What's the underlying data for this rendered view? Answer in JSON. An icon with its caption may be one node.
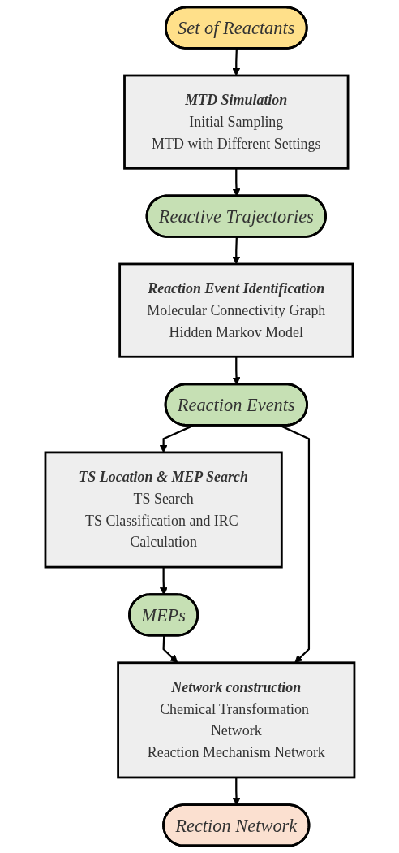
{
  "diagram": {
    "nodes": [
      {
        "text": [
          "Set of Reactants"
        ]
      },
      {
        "text": [
          "MTD Simulation",
          "Initial Sampling",
          "MTD with Different Settings"
        ]
      },
      {
        "text": [
          "Reactive Trajectories"
        ]
      },
      {
        "text": [
          "Reaction Event Identification",
          "Molecular Connectivity Graph",
          "Hidden Markov Model"
        ]
      },
      {
        "text": [
          "Reaction Events"
        ]
      },
      {
        "text": [
          "TS Location & MEP Search",
          "TS Search",
          "TS Classification and IRC Calculation"
        ]
      },
      {
        "text": [
          "MEPs"
        ]
      },
      {
        "text": [
          "Network construction",
          "Chemical Transformation Network",
          "Reaction Mechanism Network"
        ]
      },
      {
        "text": [
          "Rection Network"
        ]
      }
    ],
    "edges": [
      {
        "from": 0,
        "to": 1,
        "arrow": "to"
      },
      {
        "from": 1,
        "to": 2,
        "arrow": "to"
      },
      {
        "from": 2,
        "to": 3,
        "arrow": "to"
      },
      {
        "from": 3,
        "to": 4,
        "arrow": "to"
      },
      {
        "from": 4,
        "to": 5,
        "arrow": "to"
      },
      {
        "from": 5,
        "to": 6,
        "arrow": "to"
      },
      {
        "from": 6,
        "to": 7,
        "arrow": "to"
      },
      {
        "from": 7,
        "to": 8,
        "arrow": "to"
      },
      {
        "from": 4,
        "to": 7,
        "arrow": "to"
      }
    ]
  }
}
